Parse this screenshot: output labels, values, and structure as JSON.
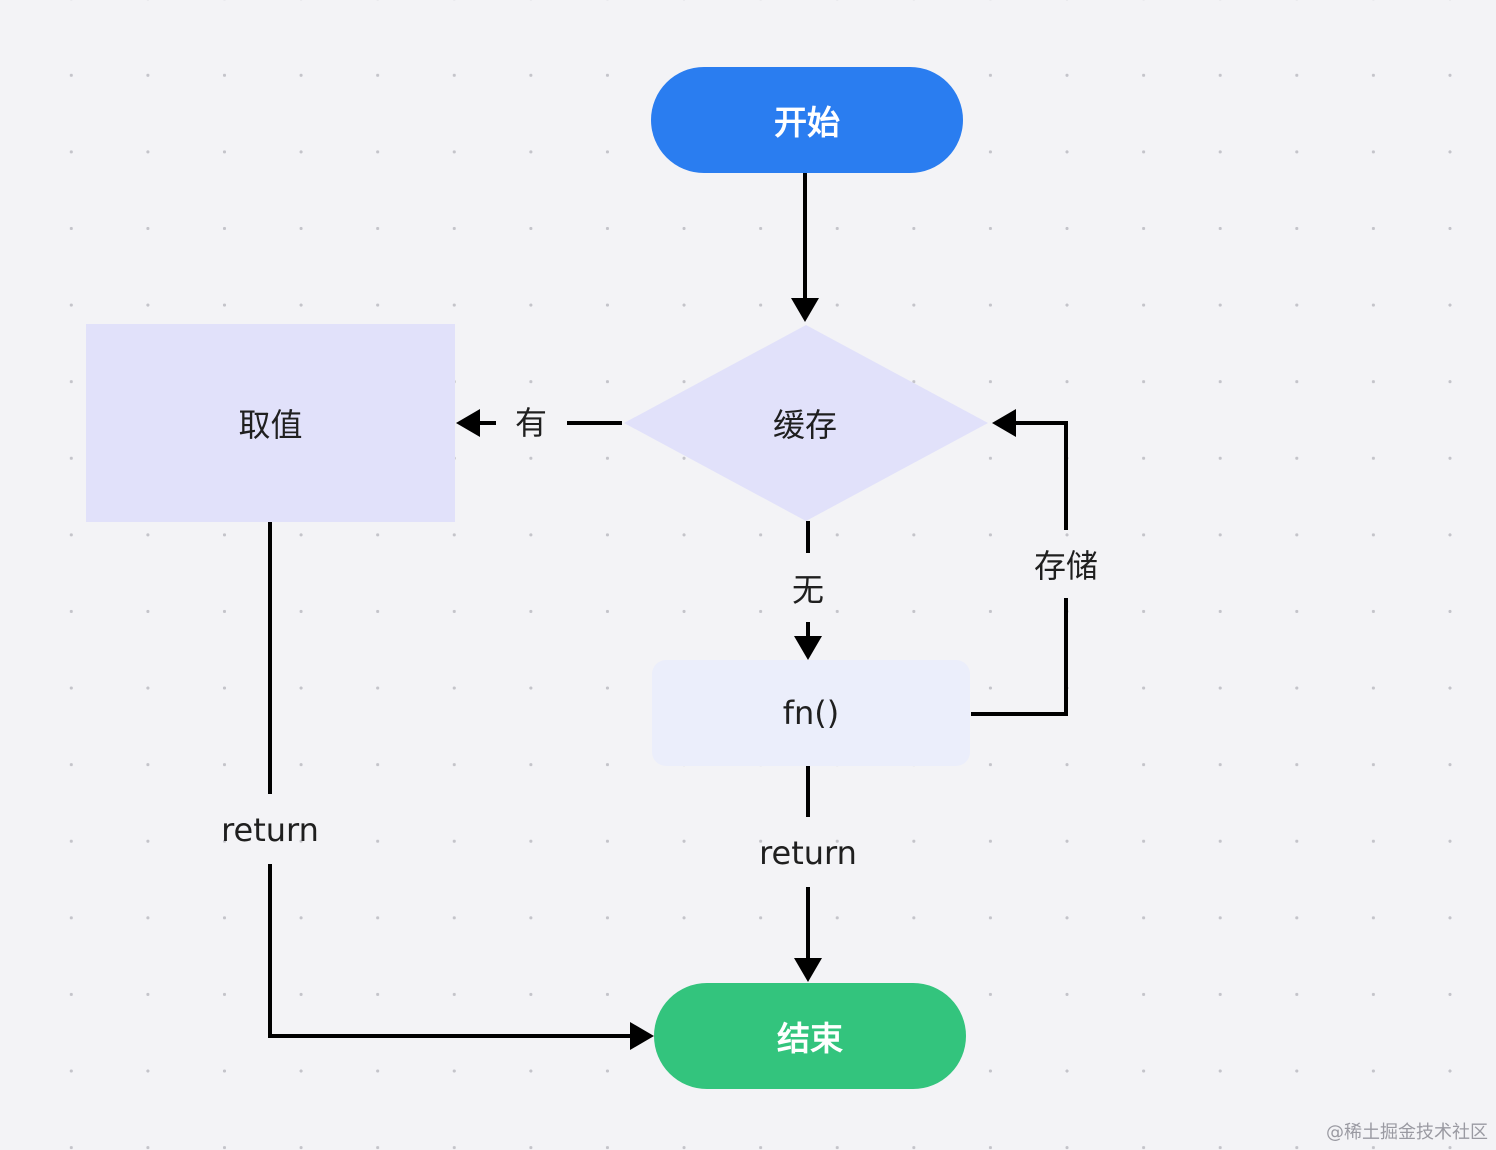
{
  "diagram": {
    "nodes": {
      "start": "开始",
      "cache": "缓存",
      "fetch": "取值",
      "fn": "fn()",
      "end": "结束"
    },
    "edges": {
      "has": "有",
      "none": "无",
      "store": "存储",
      "return_left": "return",
      "return_mid": "return"
    },
    "colors": {
      "start": "#2a7df0",
      "end": "#33c47d",
      "fetch": "#e1e1fa",
      "cache": "#e1e1fa",
      "fn": "#ebeefb",
      "line": "#000000"
    }
  },
  "watermark": "@稀土掘金技术社区"
}
